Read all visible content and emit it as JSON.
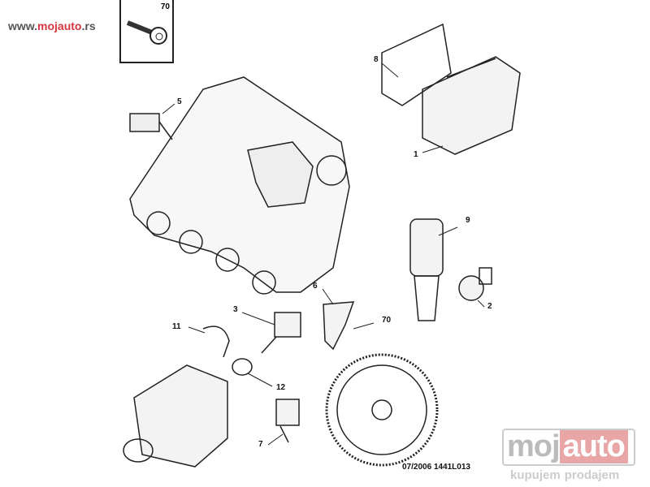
{
  "watermark_url": {
    "prefix": "www.",
    "brand": "mojauto",
    ".rs": ".rs"
  },
  "inset_label": "70",
  "callouts": {
    "p1": "1",
    "p2": "2",
    "p3": "3",
    "p5": "5",
    "p6": "6",
    "p7": "7",
    "p8": "8",
    "p9": "9",
    "p11": "11",
    "p12": "12",
    "p70": "70"
  },
  "footer_code": {
    "date": "07/2006",
    "ref": "1441L013"
  },
  "logo": {
    "part1": "moj",
    "part2": "auto",
    "tagline1": "kupujem",
    "tagline2": "prodajem"
  }
}
